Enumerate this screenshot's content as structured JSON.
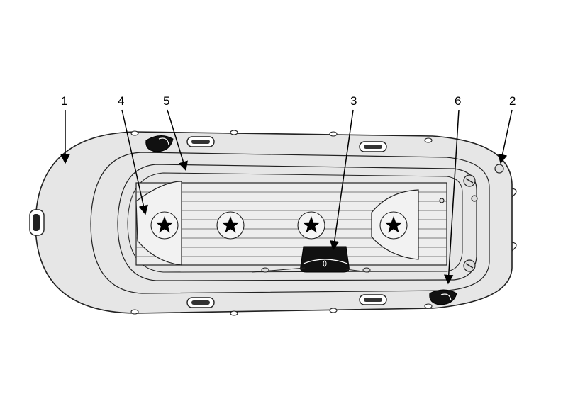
{
  "diagram": {
    "callouts": [
      {
        "label": "1",
        "part": "bow"
      },
      {
        "label": "2",
        "part": "valve"
      },
      {
        "label": "3",
        "part": "seat-center"
      },
      {
        "label": "4",
        "part": "seat-front"
      },
      {
        "label": "5",
        "part": "floor"
      },
      {
        "label": "6",
        "part": "oarlock"
      }
    ],
    "colors": {
      "hull": "#e6e6e6",
      "outline": "#222222",
      "star": "#000000"
    }
  }
}
